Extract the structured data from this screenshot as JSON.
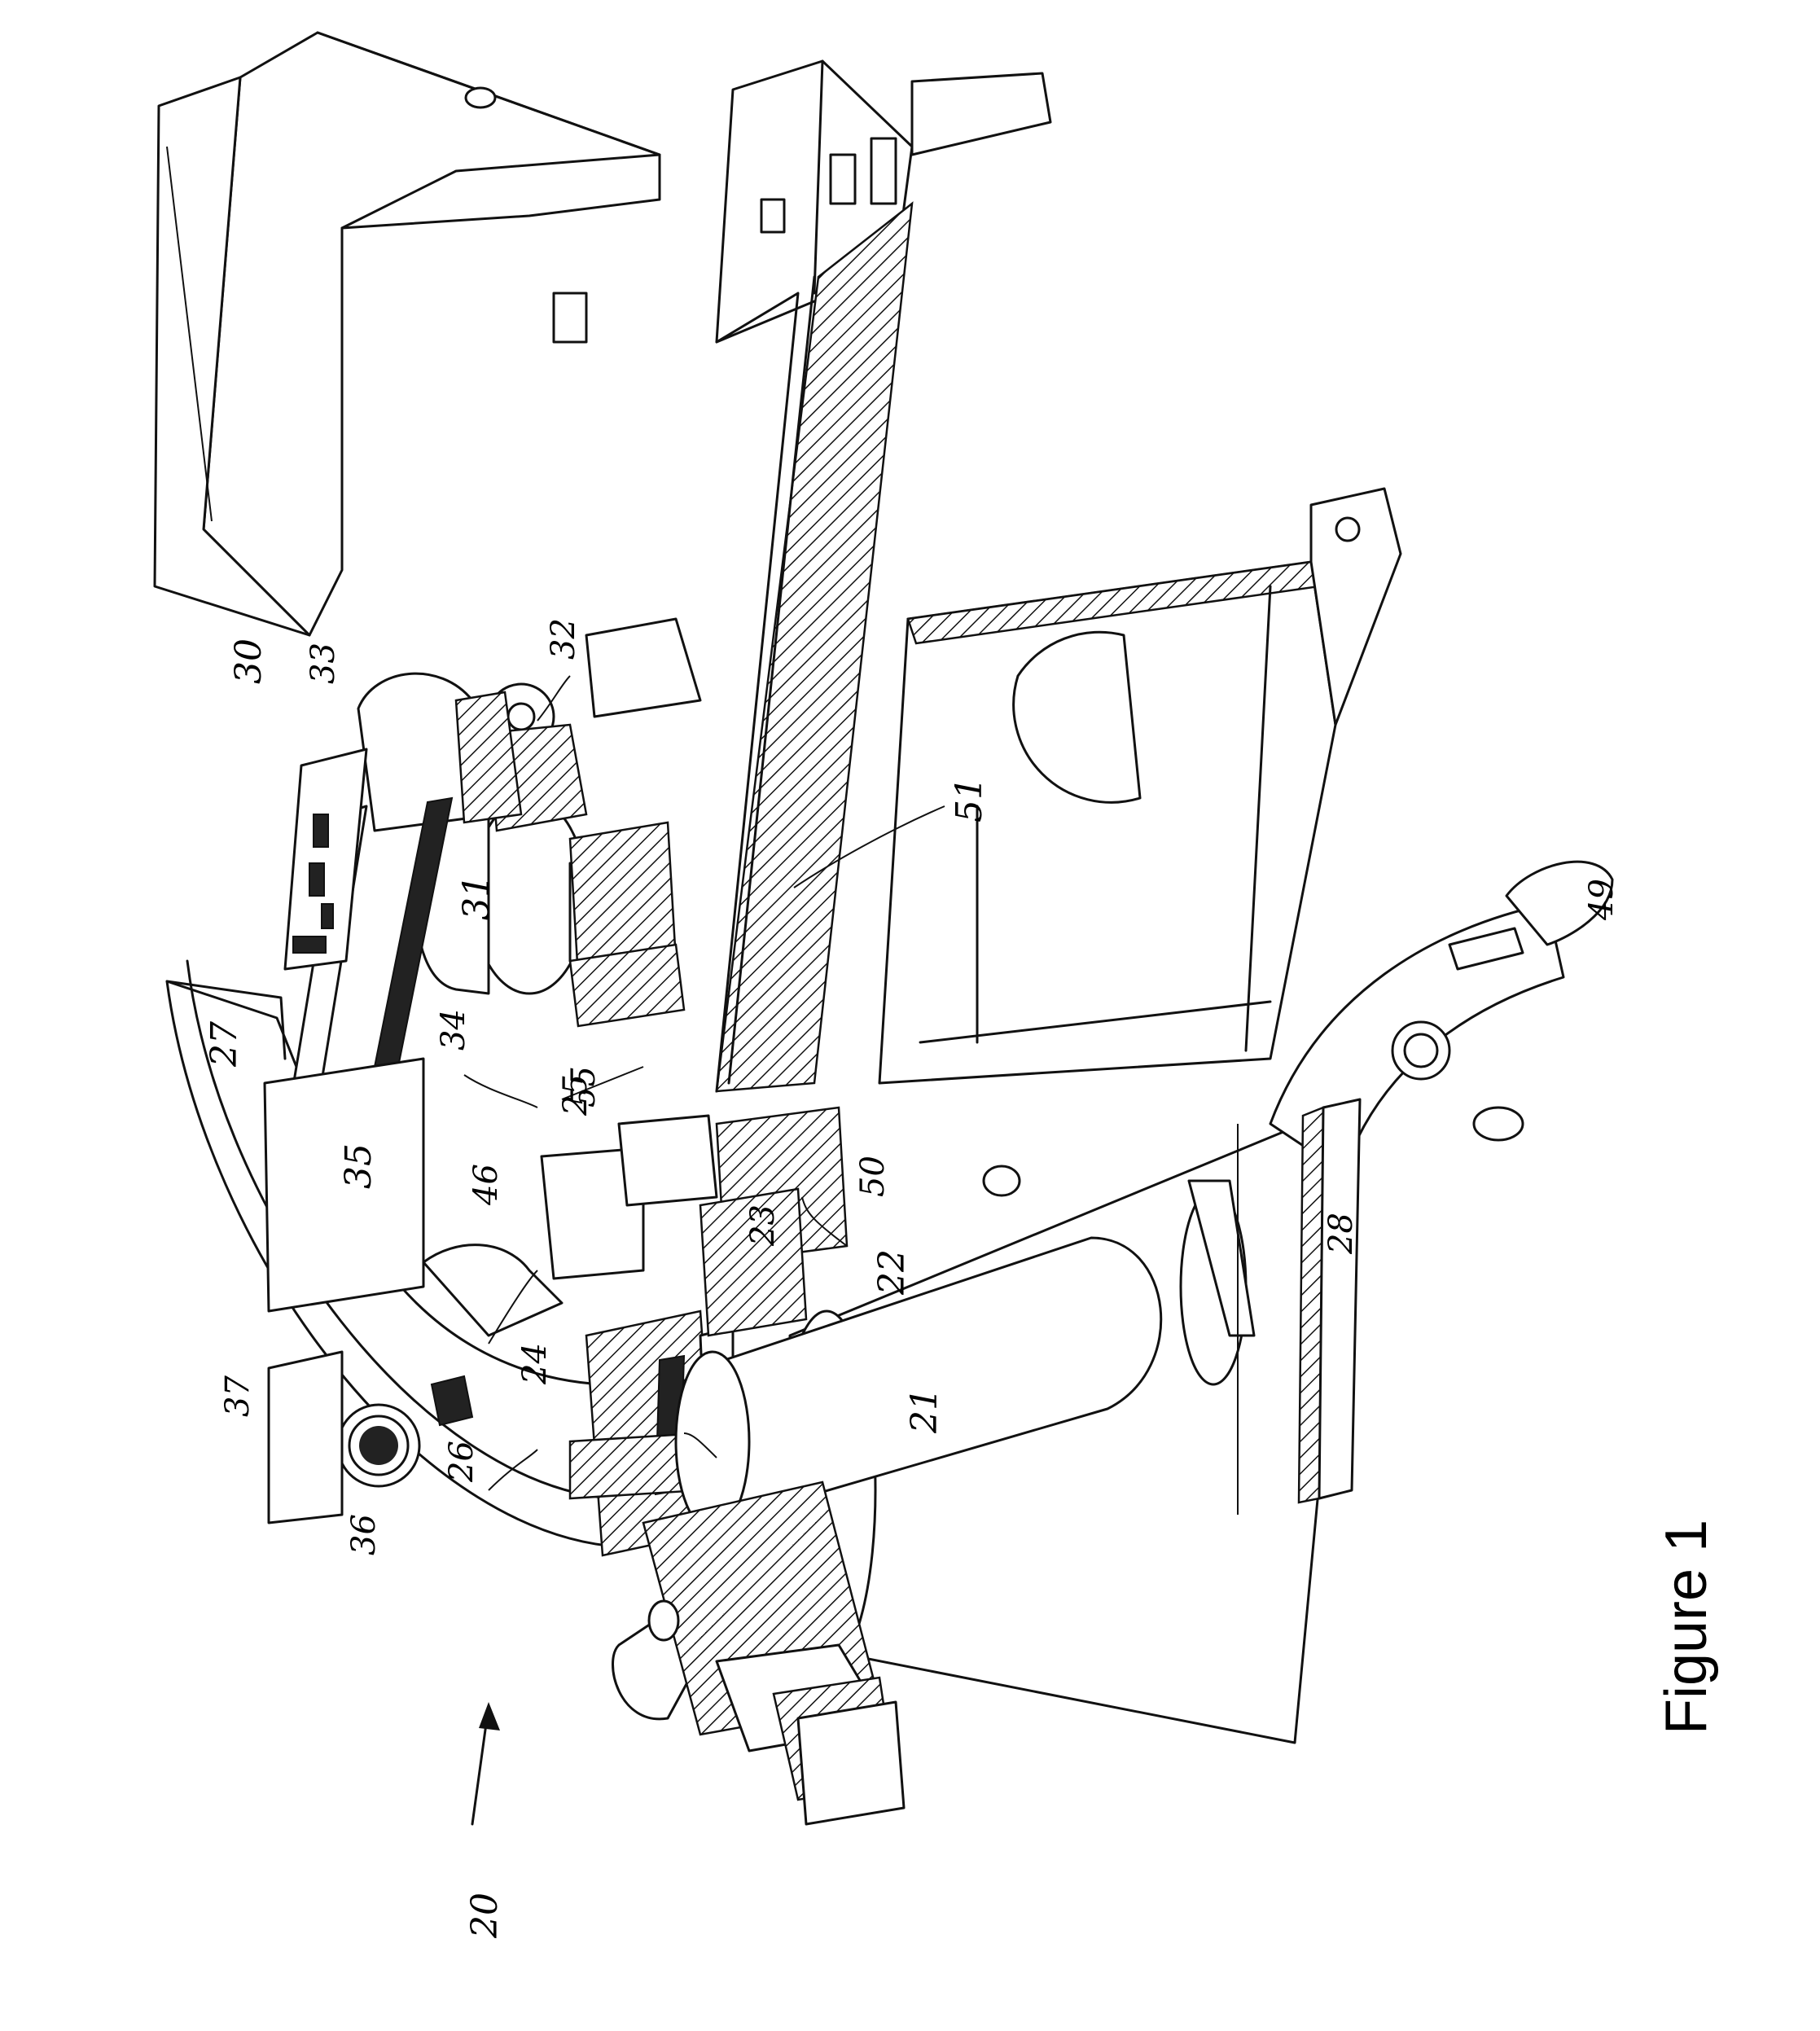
{
  "figure": {
    "caption": "Figure 1",
    "labels": {
      "l20": "20",
      "l21": "21",
      "l22": "22",
      "l23": "23",
      "l24": "24",
      "l25": "25",
      "l26": "26",
      "l27": "27",
      "l28": "28",
      "l30": "30",
      "l31": "31",
      "l32": "32",
      "l33": "33",
      "l34": "34",
      "l35": "35",
      "l36": "36",
      "l37": "37",
      "l46": "46",
      "l49": "49",
      "l50": "50",
      "l51": "51",
      "l55": "55"
    }
  }
}
